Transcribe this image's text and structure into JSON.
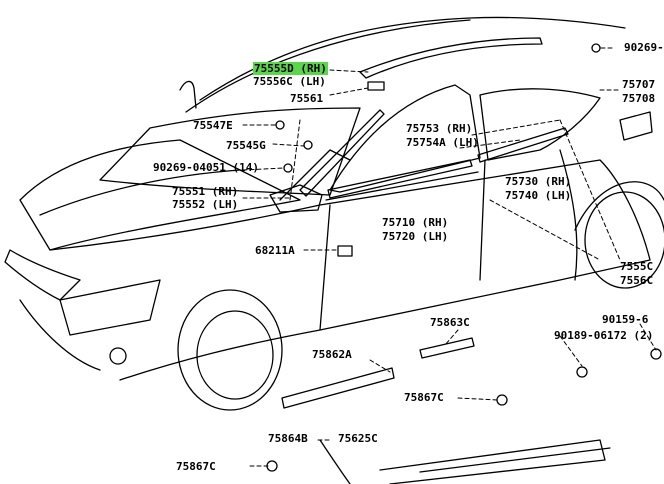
{
  "diagram": {
    "highlight_color": "#5ad64a",
    "labels": {
      "p75555d": "75555D (RH)",
      "p75556c": "75556C (LH)",
      "p75561": "75561",
      "p75547e": "75547E",
      "p75545g": "75545G",
      "p90269_04051": "90269-04051 (14)",
      "p75551": "75551 (RH)",
      "p75552": "75552 (LH)",
      "p68211a": "68211A",
      "p75753": "75753 (RH)",
      "p75754a": "75754A (LH)",
      "p75710": "75710 (RH)",
      "p75720": "75720 (LH)",
      "p75730": "75730 (RH)",
      "p75740": "75740 (LH)",
      "p75707": "75707",
      "p75708": "75708",
      "p90269_top": "90269-",
      "p75863c": "75863C",
      "p75862a": "75862A",
      "p75867c_mid": "75867C",
      "p75864b": "75864B",
      "p75625c": "75625C",
      "p75867c_bot": "75867C",
      "p90189": "90189-06172 (2)",
      "p90159": "90159-6",
      "p7555c": "7555C",
      "p7556c": "7556C"
    }
  }
}
